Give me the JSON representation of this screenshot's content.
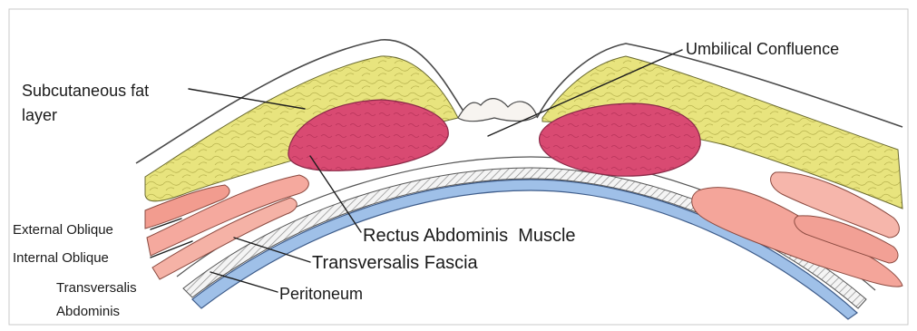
{
  "labels": {
    "umbilical_confluence": "Umbilical Confluence",
    "subcutaneous_fat_line1": "Subcutaneous fat",
    "subcutaneous_fat_line2": "layer",
    "rectus_abdominis": "Rectus Abdominis  Muscle",
    "transversalis_fascia": "Transversalis Fascia",
    "peritoneum": "Peritoneum",
    "external_oblique": "External Oblique",
    "internal_oblique": "Internal Oblique",
    "transversalis_abdominis_line1": "Transversalis",
    "transversalis_abdominis_line2": "Abdominis"
  },
  "colors": {
    "fat": "#e6e27a",
    "rectus": "#d9476e",
    "oblique": "#f2a39a",
    "peritoneum": "#9dbde6",
    "skin_line": "#4a4a4a",
    "frame": "#bfbfbf"
  }
}
